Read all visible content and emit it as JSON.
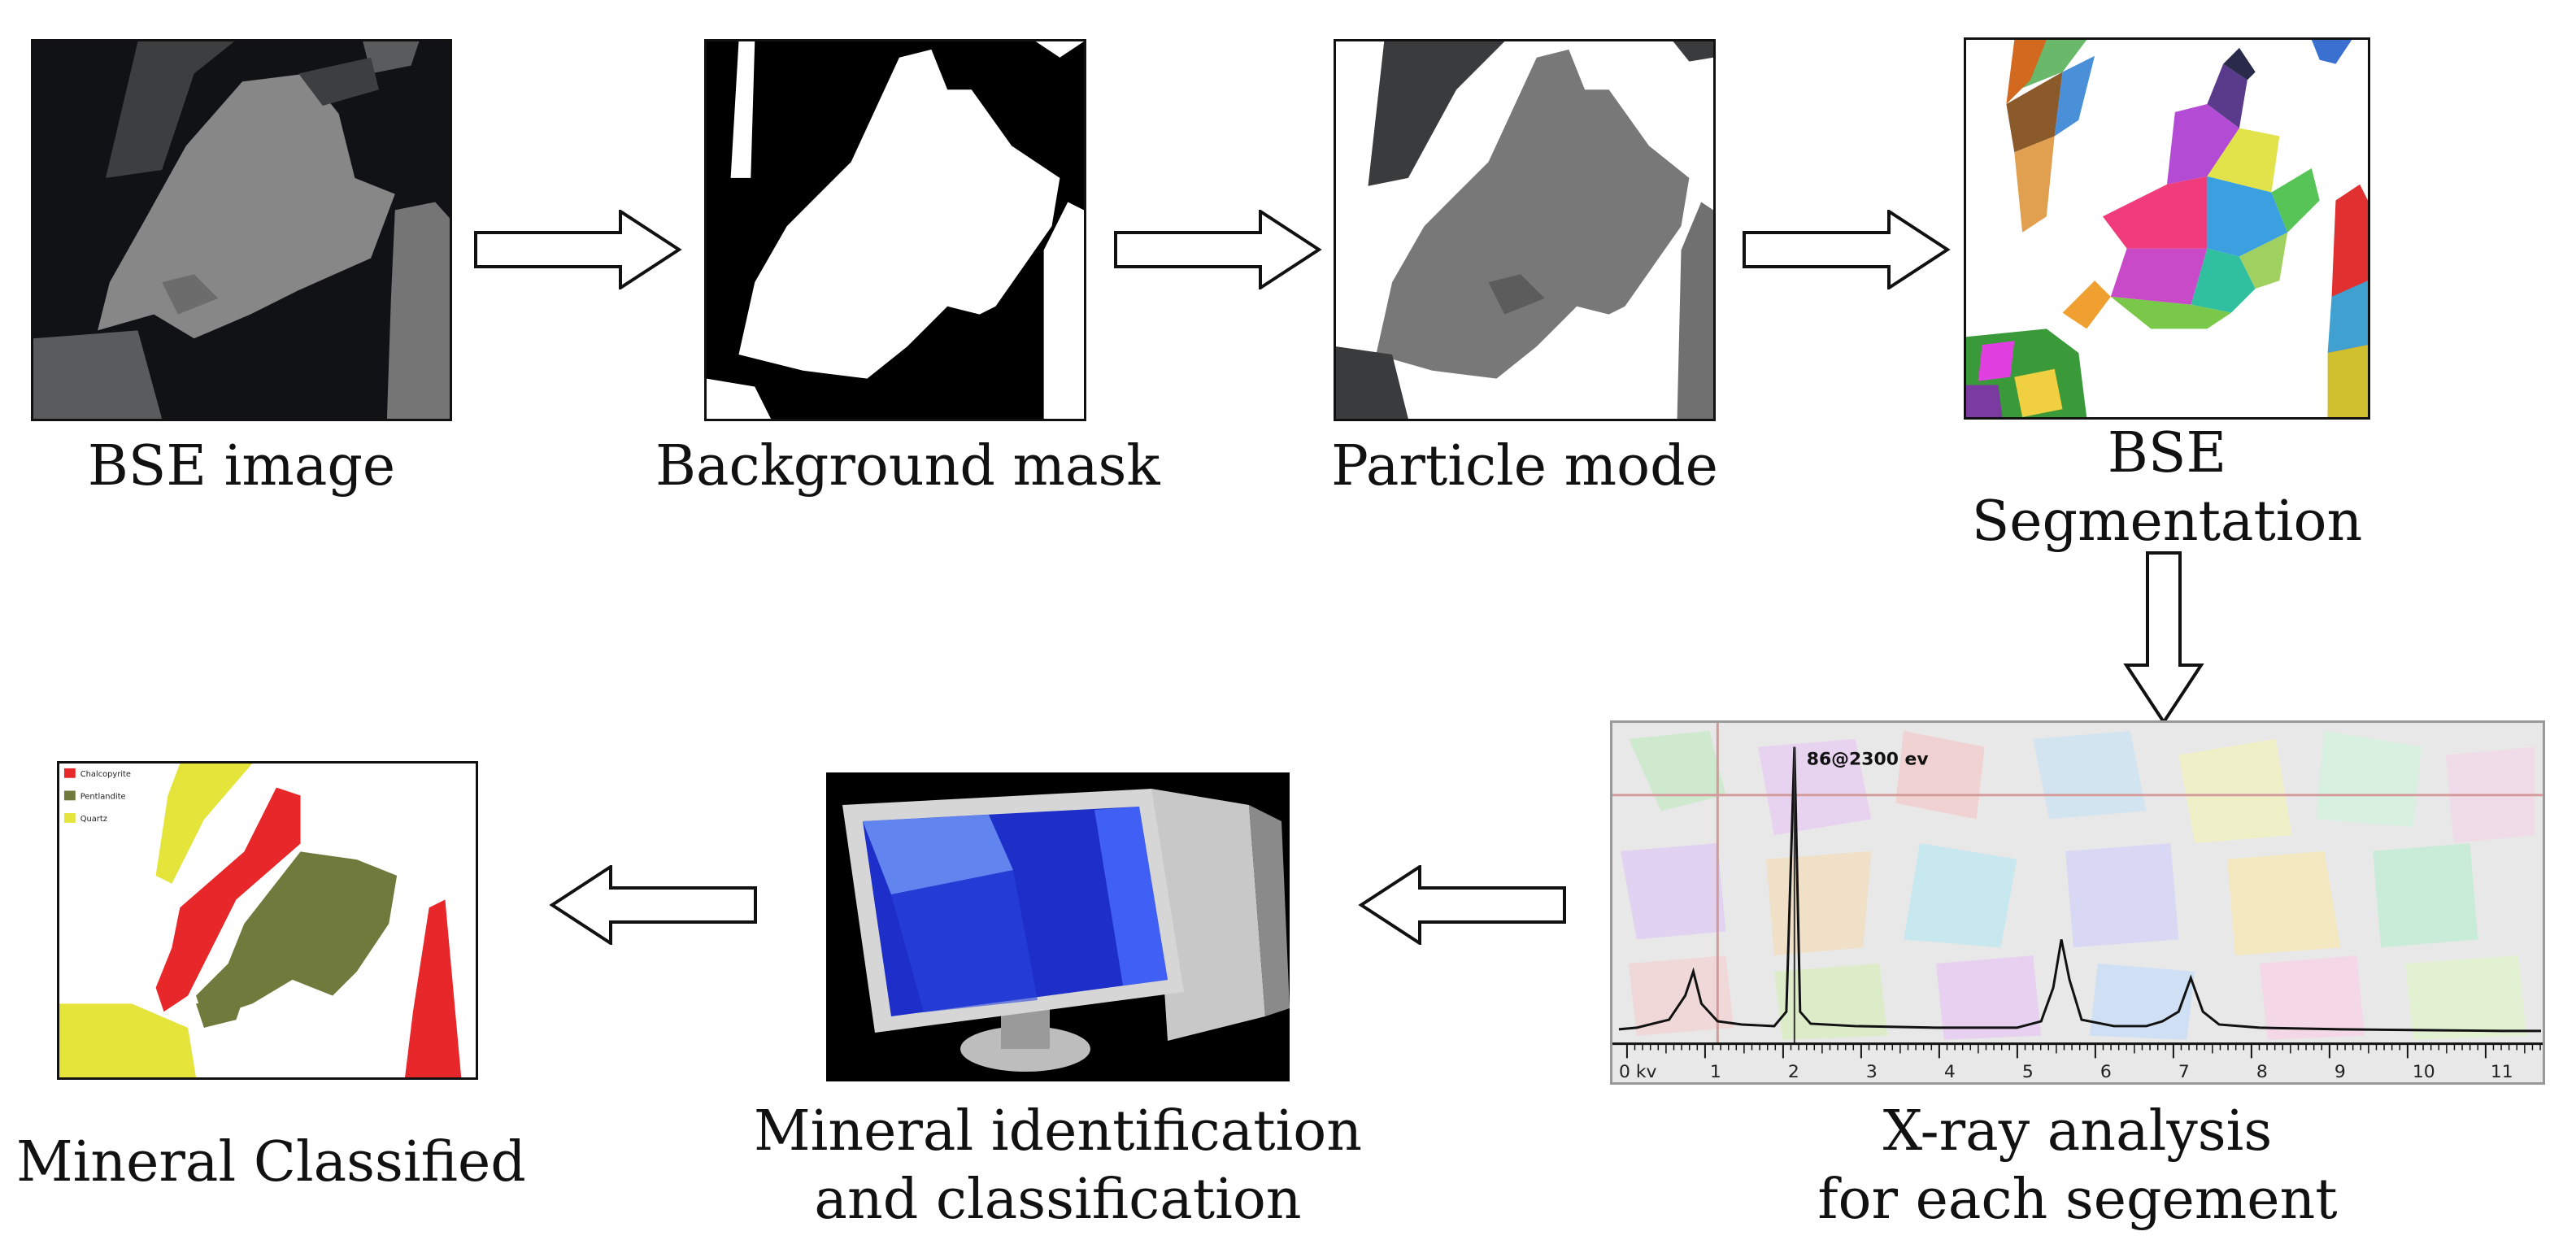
{
  "steps": [
    {
      "id": "bse-image",
      "caption_lines": [
        "BSE image"
      ]
    },
    {
      "id": "background-mask",
      "caption_lines": [
        "Background mask"
      ]
    },
    {
      "id": "particle-mode",
      "caption_lines": [
        "Particle mode"
      ]
    },
    {
      "id": "bse-segmentation",
      "caption_lines": [
        "BSE",
        "Segmentation"
      ]
    },
    {
      "id": "xray-analysis",
      "caption_lines": [
        "X-ray analysis",
        "for each segement"
      ]
    },
    {
      "id": "mineral-identification",
      "caption_lines": [
        "Mineral identification",
        "and classification"
      ]
    },
    {
      "id": "mineral-classified",
      "caption_lines": [
        "Mineral Classified"
      ]
    }
  ],
  "xray": {
    "peak_label": "86@2300 ev",
    "axis_ticks": [
      "0 kv",
      "1",
      "2",
      "3",
      "4",
      "5",
      "6",
      "7",
      "8",
      "9",
      "10",
      "11"
    ]
  },
  "legend": [
    {
      "label": "Chalcopyrite",
      "color": "#e8272a"
    },
    {
      "label": "Pentlandite",
      "color": "#707a3c"
    },
    {
      "label": "Quartz",
      "color": "#e4e43a"
    }
  ],
  "colors": {
    "bse_background": "#101215",
    "particle_gray": "#7a7a7a",
    "chalcopyrite": "#e8272a",
    "pentlandite": "#707a3c",
    "quartz": "#e4e43a",
    "monitor_screen": "#1d2fc8"
  },
  "arrow_directions": [
    "right",
    "right",
    "right",
    "down",
    "left",
    "left"
  ]
}
